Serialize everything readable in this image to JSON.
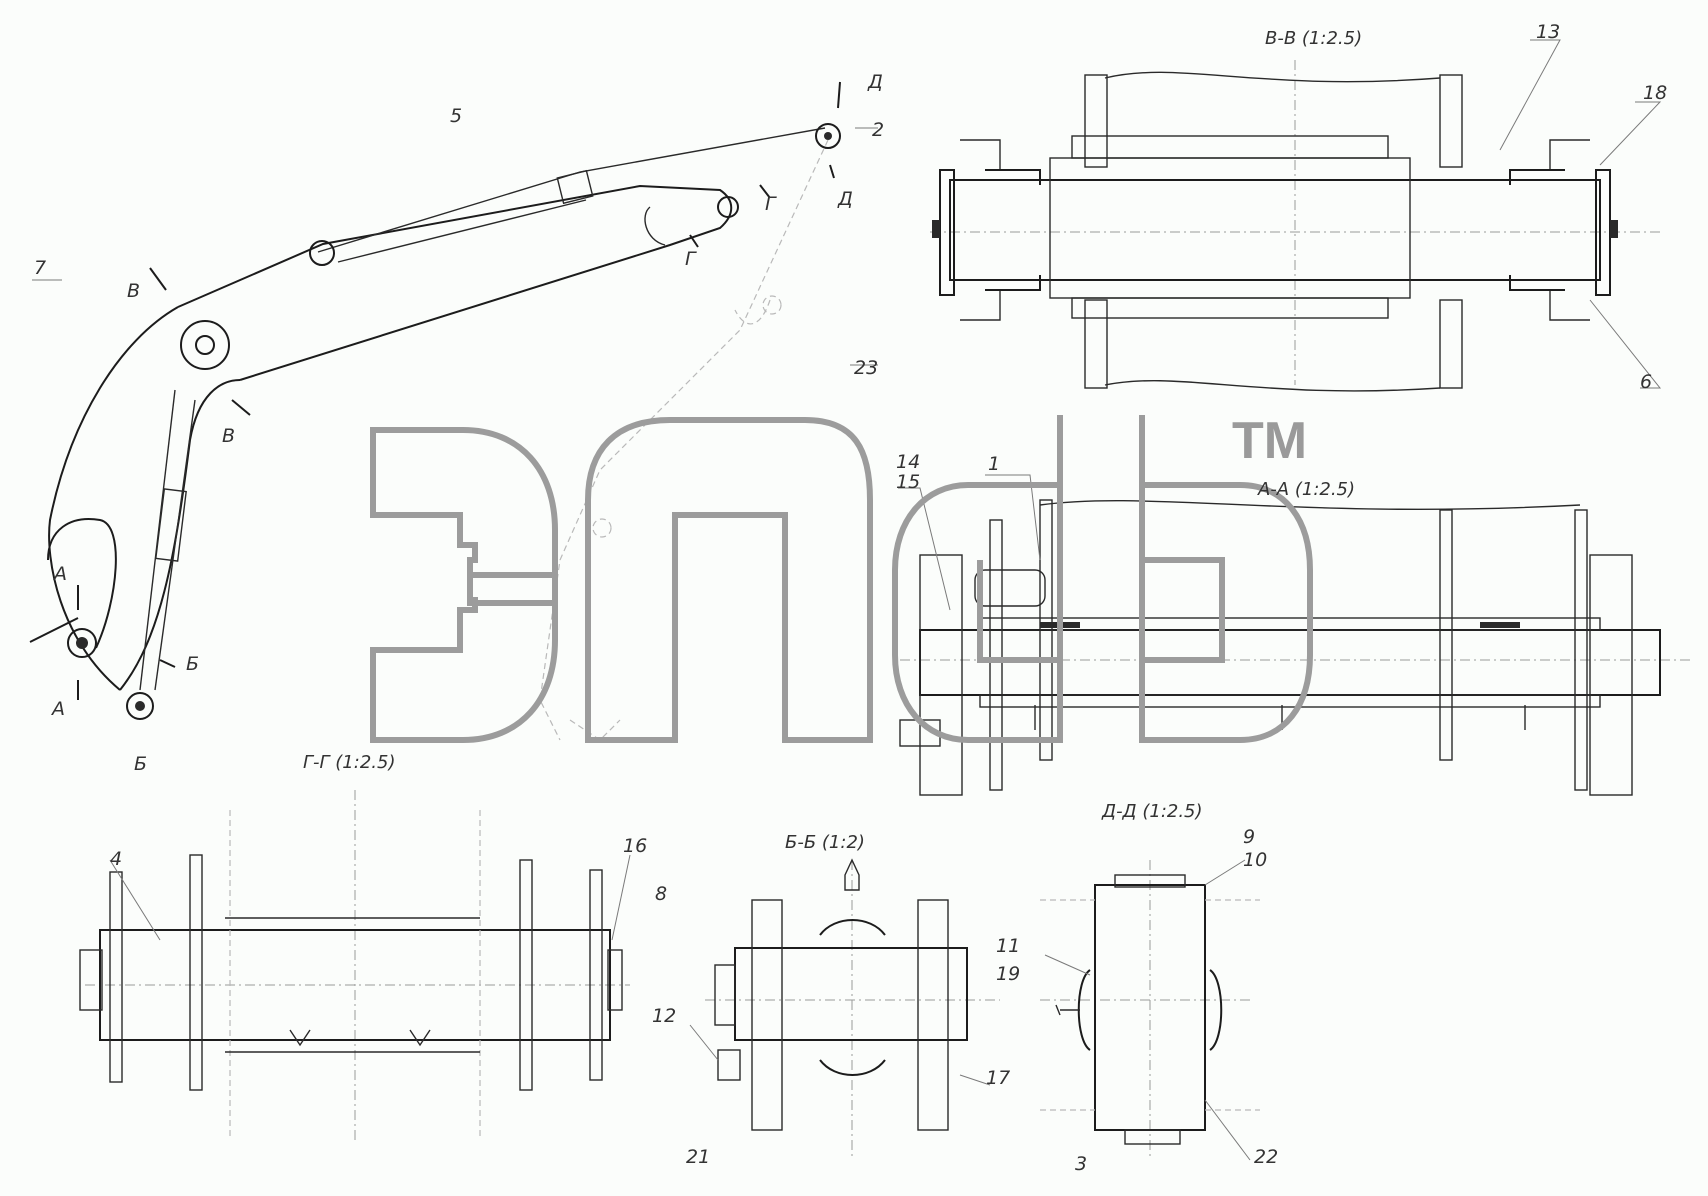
{
  "watermark": {
    "tm": "TM"
  },
  "section_titles": {
    "vv": "В-В (1:2.5)",
    "aa": "А-А (1:2.5)",
    "gg": "Г-Г (1:2.5)",
    "bb": "Б-Б (1:2)",
    "dd": "Д-Д (1:2.5)"
  },
  "cut_marks": {
    "a_top": "А",
    "a_bottom": "А",
    "b_right": "Б",
    "b_bottom": "Б",
    "v_upper": "В",
    "v_lower": "В",
    "g_upper": "Г",
    "g_lower": "Г",
    "d_upper": "Д",
    "d_lower": "Д"
  },
  "callouts": {
    "n1": "1",
    "n2": "2",
    "n3": "3",
    "n4": "4",
    "n5": "5",
    "n6": "6",
    "n7": "7",
    "n8": "8",
    "n9": "9",
    "n10": "10",
    "n11": "11",
    "n12": "12",
    "n13": "13",
    "n14": "14",
    "n15": "15",
    "n16": "16",
    "n17": "17",
    "n18": "18",
    "n19": "19",
    "n21": "21",
    "n22": "22",
    "n23": "23"
  }
}
